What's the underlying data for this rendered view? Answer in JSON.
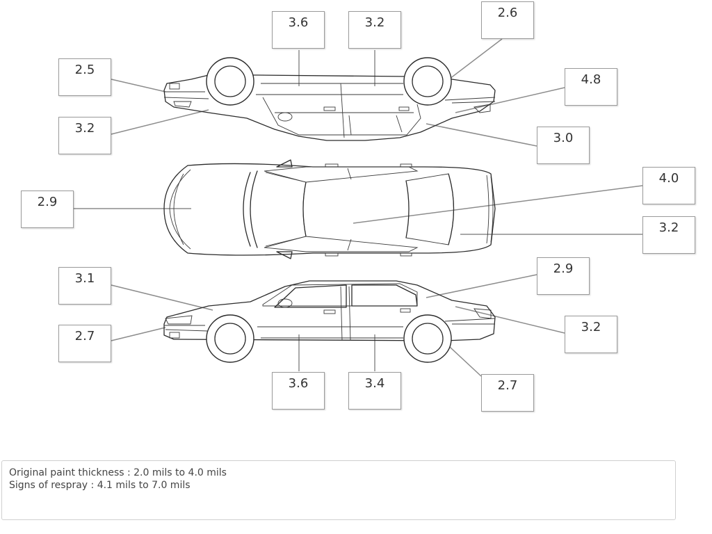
{
  "readings": [
    {
      "id": "top-front-door",
      "value": "3.6"
    },
    {
      "id": "top-rear-door",
      "value": "3.2"
    },
    {
      "id": "top-rear-wheel-arch",
      "value": "2.6"
    },
    {
      "id": "top-front-bumper",
      "value": "2.5"
    },
    {
      "id": "top-front-fender",
      "value": "3.2"
    },
    {
      "id": "top-rear-quarter",
      "value": "4.8"
    },
    {
      "id": "top-rocker",
      "value": "3.0"
    },
    {
      "id": "hood",
      "value": "2.9"
    },
    {
      "id": "roof",
      "value": "4.0"
    },
    {
      "id": "trunk-lid",
      "value": "3.2"
    },
    {
      "id": "bottom-front-fender",
      "value": "3.1"
    },
    {
      "id": "bottom-front-bumper",
      "value": "2.7"
    },
    {
      "id": "bottom-rear-quarter",
      "value": "2.9"
    },
    {
      "id": "bottom-rear-bumper",
      "value": "3.2"
    },
    {
      "id": "bottom-front-door",
      "value": "3.6"
    },
    {
      "id": "bottom-rear-door",
      "value": "3.4"
    },
    {
      "id": "bottom-rear-wheel",
      "value": "2.7"
    }
  ],
  "legend": {
    "line1": "Original paint thickness :  2.0 mils to 4.0 mils",
    "line2": "Signs of respray :  4.1 mils to  7.0 mils"
  }
}
